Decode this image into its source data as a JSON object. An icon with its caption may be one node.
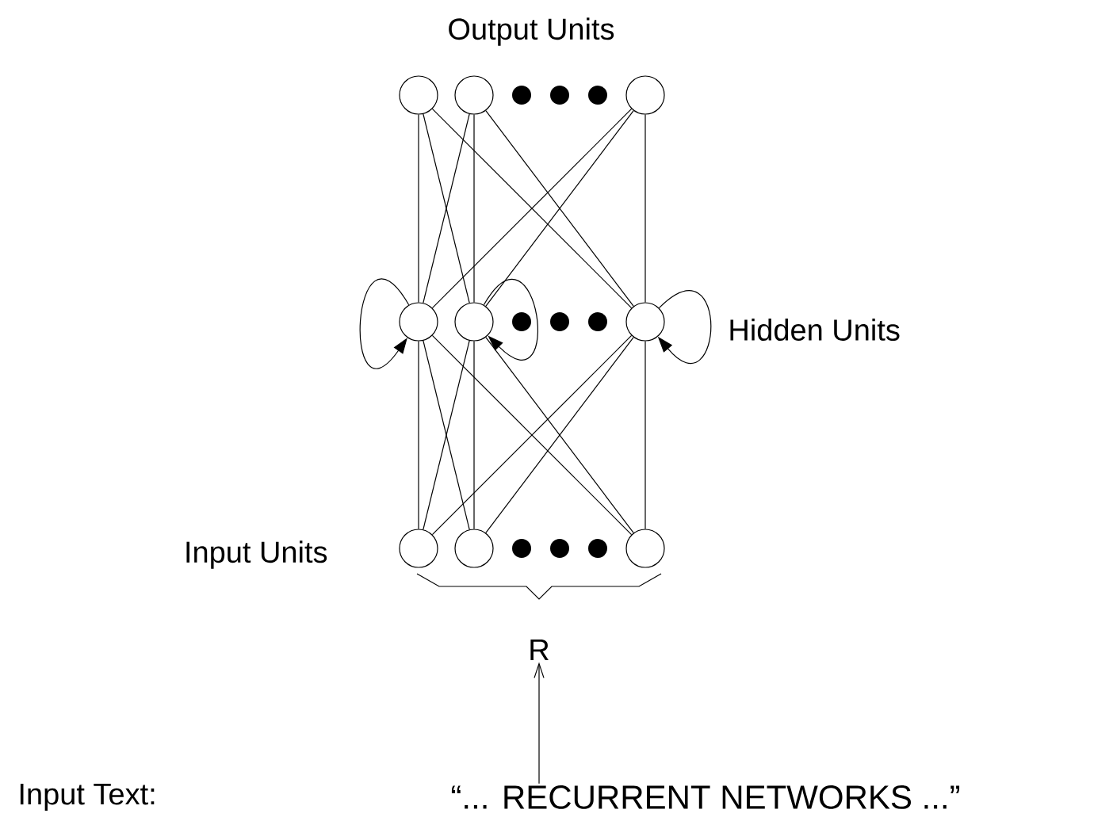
{
  "diagram": {
    "nodes": [
      {
        "text": [],
        "shape": "circle"
      },
      {
        "text": [],
        "shape": "circle"
      },
      {
        "text": [],
        "shape": "circle"
      },
      {
        "text": [],
        "shape": "circle"
      },
      {
        "text": [],
        "shape": "circle"
      },
      {
        "text": [],
        "shape": "circle"
      },
      {
        "text": [],
        "shape": "circle"
      },
      {
        "text": [],
        "shape": "circle"
      },
      {
        "text": [],
        "shape": "circle"
      },
      {
        "text": [
          "R"
        ]
      },
      {
        "text": [
          "“... RECURRENT  NETWORKS ...”"
        ]
      }
    ],
    "edges": [
      {
        "from": 3,
        "to": 0,
        "arrow": "none"
      },
      {
        "from": 3,
        "to": 1,
        "arrow": "none"
      },
      {
        "from": 3,
        "to": 2,
        "arrow": "none"
      },
      {
        "from": 4,
        "to": 0,
        "arrow": "none"
      },
      {
        "from": 4,
        "to": 1,
        "arrow": "none"
      },
      {
        "from": 4,
        "to": 2,
        "arrow": "none"
      },
      {
        "from": 5,
        "to": 0,
        "arrow": "none"
      },
      {
        "from": 5,
        "to": 1,
        "arrow": "none"
      },
      {
        "from": 5,
        "to": 2,
        "arrow": "none"
      },
      {
        "from": 6,
        "to": 3,
        "arrow": "none"
      },
      {
        "from": 6,
        "to": 4,
        "arrow": "none"
      },
      {
        "from": 6,
        "to": 5,
        "arrow": "none"
      },
      {
        "from": 7,
        "to": 3,
        "arrow": "none"
      },
      {
        "from": 7,
        "to": 4,
        "arrow": "none"
      },
      {
        "from": 7,
        "to": 5,
        "arrow": "none"
      },
      {
        "from": 8,
        "to": 3,
        "arrow": "none"
      },
      {
        "from": 8,
        "to": 4,
        "arrow": "none"
      },
      {
        "from": 8,
        "to": 5,
        "arrow": "none"
      },
      {
        "from": 3,
        "to": 3,
        "arrow": "to"
      },
      {
        "from": 4,
        "to": 4,
        "arrow": "to"
      },
      {
        "from": 5,
        "to": 5,
        "arrow": "to"
      },
      {
        "from": 10,
        "to": 9,
        "arrow": "to"
      }
    ],
    "labels": [
      "Output Units",
      "Hidden Units",
      "Input Units",
      "Input Text:"
    ]
  }
}
